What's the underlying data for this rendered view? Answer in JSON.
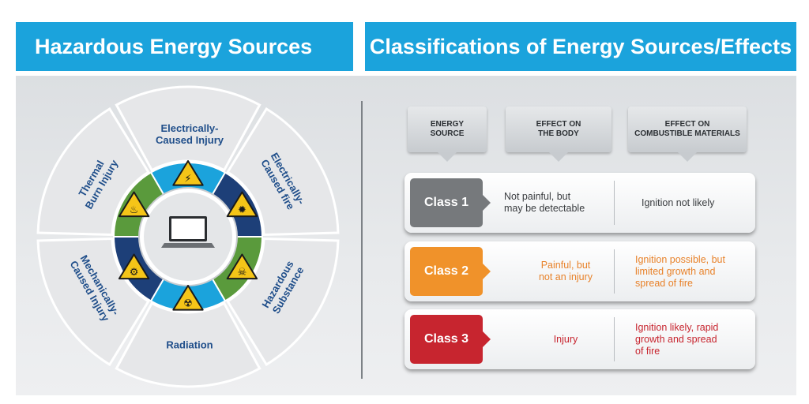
{
  "left_title": "Hazardous Energy Sources",
  "right_title": "Classifications of Energy Sources/Effects",
  "wheel": {
    "segments": [
      {
        "label": "Electrically-\nCaused Injury"
      },
      {
        "label": "Electrically-\nCaused fire"
      },
      {
        "label": "Hazardous\nSubstance"
      },
      {
        "label": "Radiation"
      },
      {
        "label": "Mechanically-\nCaused Injury"
      },
      {
        "label": "Thermal\nBurn Injury"
      }
    ],
    "center_icon": "laptop-icon"
  },
  "columns": [
    "ENERGY\nSOURCE",
    "EFFECT ON\nTHE BODY",
    "EFFECT ON\nCOMBUSTIBLE MATERIALS"
  ],
  "classes": [
    {
      "label": "Class 1",
      "color": "#76797c",
      "text_color": "#3a3d40",
      "body": "Not painful, but\nmay be detectable",
      "materials": "Ignition not likely"
    },
    {
      "label": "Class 2",
      "color": "#f0922a",
      "text_color": "#e8822a",
      "body": "Painful, but\nnot an injury",
      "materials": "Ignition possible, but\nlimited growth and\nspread of fire"
    },
    {
      "label": "Class 3",
      "color": "#c7252f",
      "text_color": "#c7252f",
      "body": "Injury",
      "materials": "Ignition likely, rapid\ngrowth and spread\nof fire"
    }
  ],
  "colors": {
    "accent": "#1ba3dc",
    "label_blue": "#1f4e8a",
    "ring_green": "#5a9a3c",
    "ring_navy": "#1d3f78",
    "hazard_yellow": "#f5c518"
  }
}
